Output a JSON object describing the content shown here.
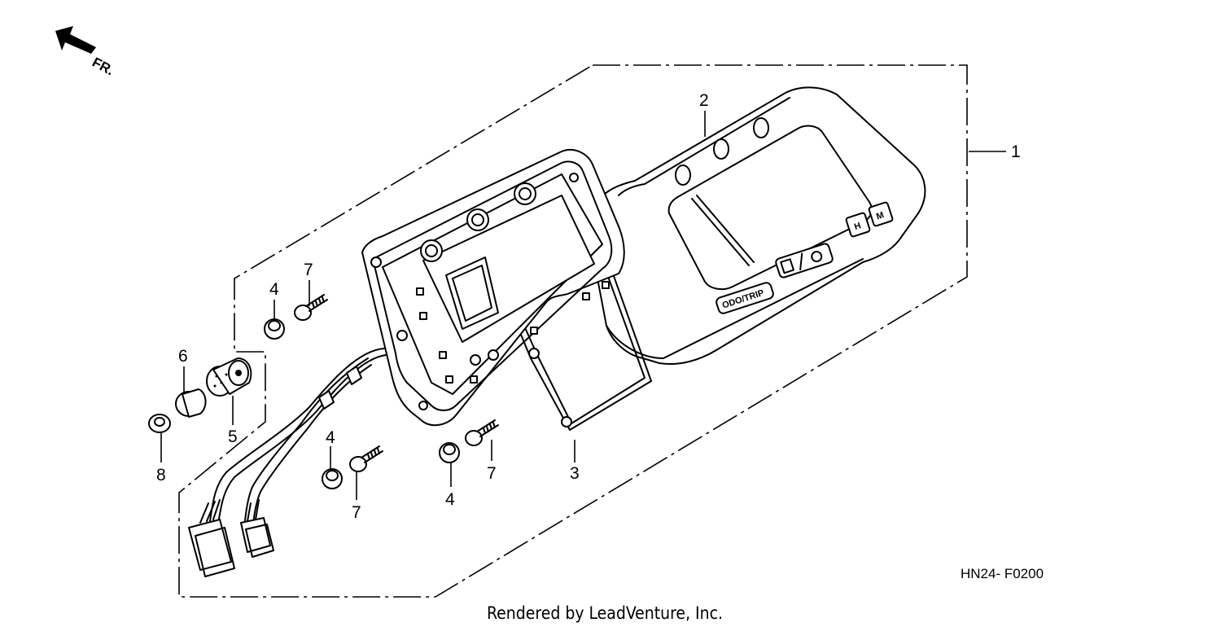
{
  "orientation": {
    "arrow_label": "FR."
  },
  "callouts": {
    "p1": "1",
    "p2": "2",
    "p3": "3",
    "p4a": "4",
    "p4b": "4",
    "p4c": "4",
    "p5": "5",
    "p6": "6",
    "p7a": "7",
    "p7b": "7",
    "p7c": "7",
    "p8": "8"
  },
  "meter_buttons": {
    "odo_trip": "ODO/TRIP",
    "mode": "M",
    "hour": "H",
    "clock_icon": "clock-icon",
    "sun_icon": "sun-icon"
  },
  "diagram_code": "HN24- F0200",
  "credit": "Rendered by LeadVenture, Inc."
}
